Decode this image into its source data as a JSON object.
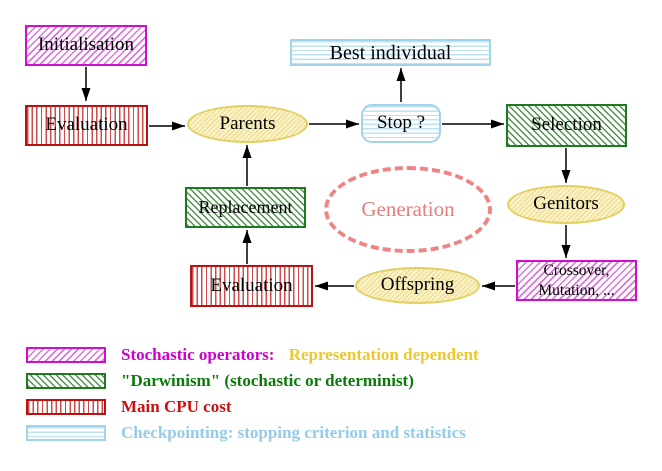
{
  "diagram": {
    "nodes": {
      "initialisation": "Initialisation",
      "evaluation_top": "Evaluation",
      "parents": "Parents",
      "best_individual": "Best individual",
      "stop": "Stop ?",
      "selection": "Selection",
      "genitors": "Genitors",
      "crossover_line1": "Crossover,",
      "crossover_line2": "Mutation, ...",
      "offspring": "Offspring",
      "evaluation_bottom": "Evaluation",
      "replacement": "Replacement",
      "generation": "Generation"
    },
    "colors": {
      "stochastic_magenta": "#cc00cc",
      "darwinism_green": "#1f7a1f",
      "cpu_red": "#bb1111",
      "checkpoint_cyan": "#a0d4ea",
      "operator_yellow": "#e2cf62",
      "generation_salmon": "#ee8484",
      "arrow_black": "#000000",
      "representation_gold": "#ecc82e"
    }
  },
  "legend": {
    "rows": [
      {
        "label": "Stochastic operators:",
        "label2": "Representation dependent"
      },
      {
        "label": "\"Darwinism\" (stochastic or determinist)"
      },
      {
        "label": "Main CPU cost"
      },
      {
        "label": "Checkpointing: stopping criterion and statistics"
      }
    ]
  }
}
